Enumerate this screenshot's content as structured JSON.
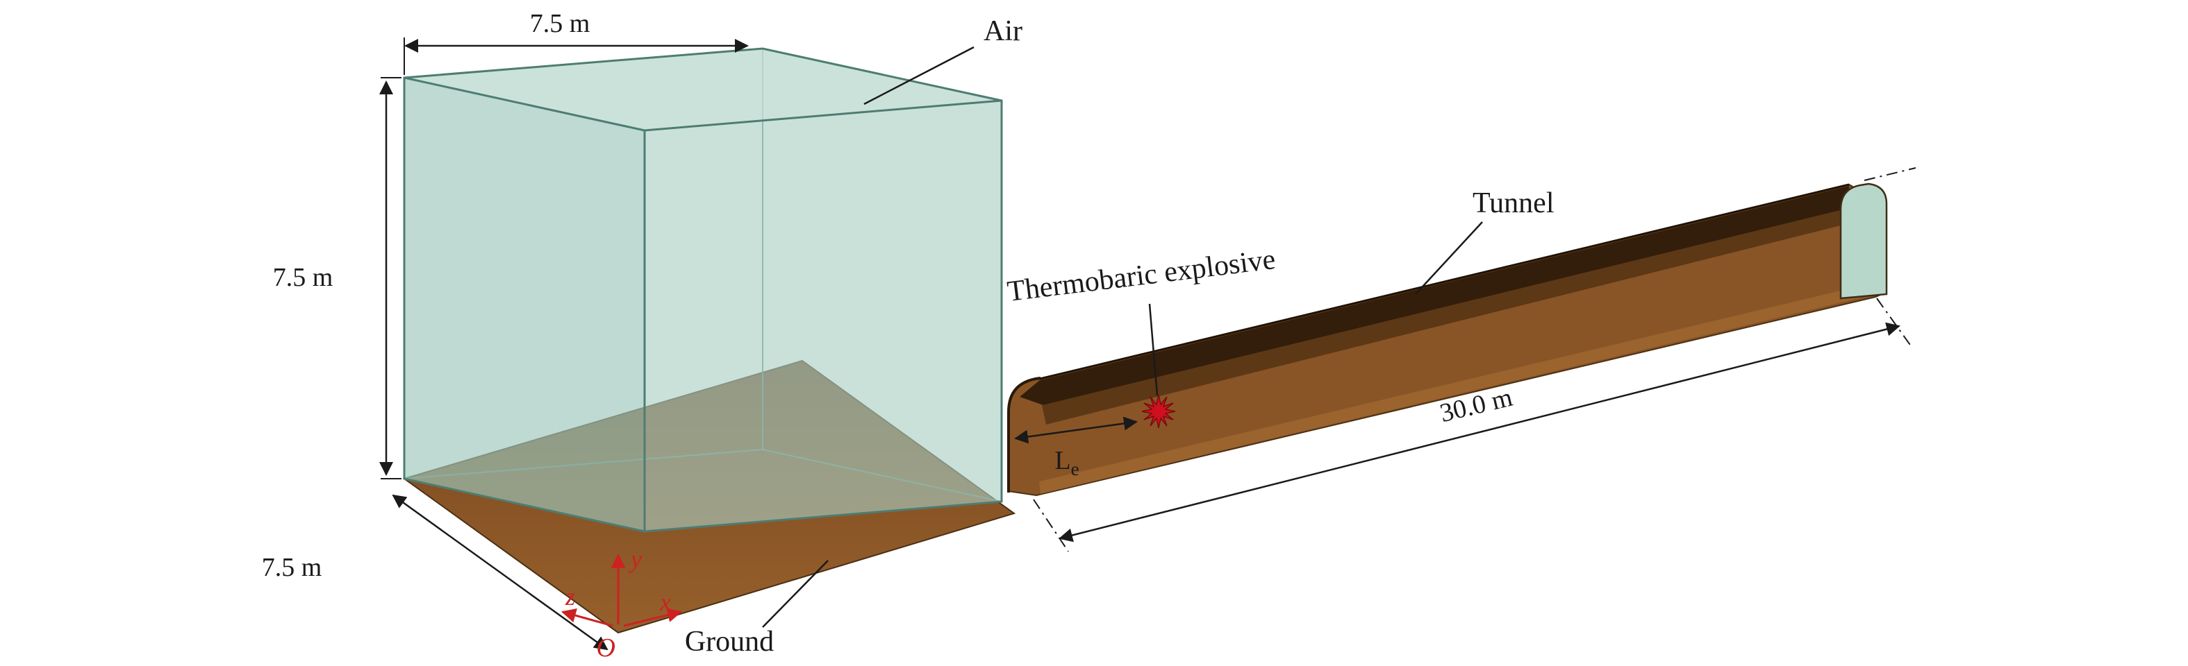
{
  "labels": {
    "air": "Air",
    "tunnel": "Tunnel",
    "explosive": "Thermobaric explosive",
    "ground": "Ground"
  },
  "dimensions": {
    "cube_width": "7.5 m",
    "cube_height": "7.5 m",
    "cube_depth": "7.5 m",
    "tunnel_length": "30.0 m",
    "le_symbol": "L",
    "le_subscript": "e"
  },
  "axes": {
    "x": "x",
    "y": "y",
    "z": "z",
    "origin": "O"
  },
  "colors": {
    "air_fill": "#a9cfc3",
    "air_top_fill": "#c2ddd3",
    "air_edge": "#4d7d72",
    "ground_fill": "#8a5526",
    "ground_dark": "#6e4420",
    "tunnel_body": "#8a5526",
    "tunnel_shadow": "#2b1a09",
    "tunnel_end_fill": "#b7d7cb",
    "explosive_red": "#d0101e",
    "axis_red": "#cc2222",
    "line_black": "#1a1a1a"
  }
}
